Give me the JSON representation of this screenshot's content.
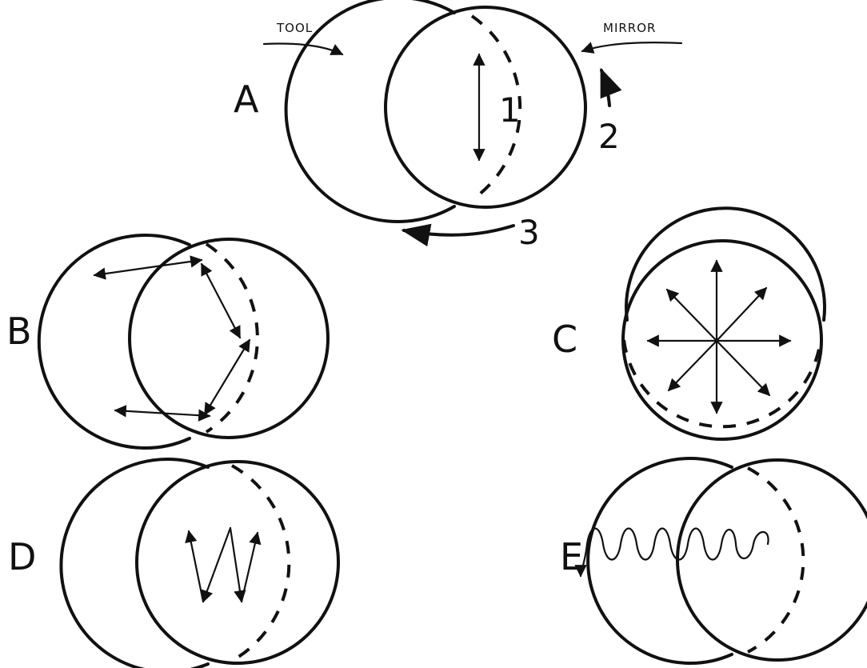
{
  "figure": {
    "panel_a": {
      "letter": "A",
      "tool_label": "TOOL",
      "mirror_label": "MIRROR",
      "stroke_1": "1",
      "stroke_2": "2",
      "stroke_3": "3"
    },
    "panel_b": {
      "letter": "B"
    },
    "panel_c": {
      "letter": "C"
    },
    "panel_d": {
      "letter": "D"
    },
    "panel_e": {
      "letter": "E"
    }
  },
  "colors": {
    "ink": "#111111",
    "background": "#ffffff"
  }
}
